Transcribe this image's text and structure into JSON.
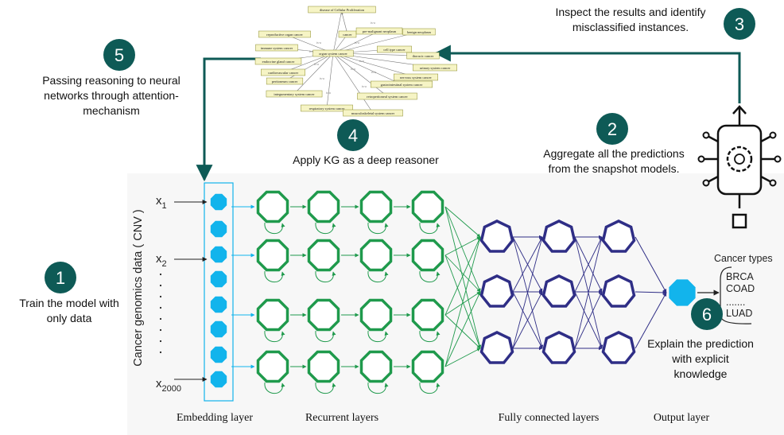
{
  "steps": [
    {
      "number": "1",
      "lines": [
        "Train the model with",
        "only data"
      ]
    },
    {
      "number": "2",
      "lines": [
        "Aggregate all the predictions",
        "from the snapshot models."
      ]
    },
    {
      "number": "3",
      "lines": [
        "Inspect the results and identify",
        "misclassified instances."
      ]
    },
    {
      "number": "4",
      "lines": [
        "Apply KG as a deep reasoner"
      ]
    },
    {
      "number": "5",
      "lines": [
        "Passing reasoning to neural",
        "networks through  attention-",
        "mechanism"
      ]
    },
    {
      "number": "6",
      "lines": [
        "Explain the prediction",
        "with explicit",
        "knowledge"
      ]
    }
  ],
  "input_axis_label": "Cancer genomics data ( CNV )",
  "inputs": {
    "x": "x",
    "sub_1": "1",
    "sub_2": "2",
    "sub_2000": "2000"
  },
  "layers": [
    "Embedding layer",
    "Recurrent layers",
    "Fully connected layers",
    "Output layer"
  ],
  "output": {
    "title": "Cancer types",
    "classes": [
      "BRCA",
      "COAD",
      ".......",
      "LUAD"
    ]
  },
  "kg": {
    "nodes": [
      "disease of Cellular Proliferation",
      "reproductive organ cancer",
      "cancer",
      "pre-malignant neoplasm",
      "benign neoplasm",
      "immune system cancer",
      "organ system cancer",
      "cell type cancer",
      "thoracic cancer",
      "endocrine gland cancer",
      "urinary system cancer",
      "cardiovascular cancer",
      "nervous system cancer",
      "peritoneum cancer",
      "gastrointestinal system cancer",
      "integumentary system cancer",
      "retroperitoneal system cancer",
      "respiratory system cancer",
      "musculoskeletal system cancer"
    ],
    "edge_label": "is-a"
  },
  "colors": {
    "teal": "#0e5a56",
    "embedding": "#12b4ec",
    "recurrent": "#1f9a4c",
    "dense": "#2f2e86",
    "output_node": "#12b4ec",
    "kg_box": "#f6f4c5",
    "kg_border": "#8a8a2a"
  },
  "icon": "ai-chip-icon"
}
